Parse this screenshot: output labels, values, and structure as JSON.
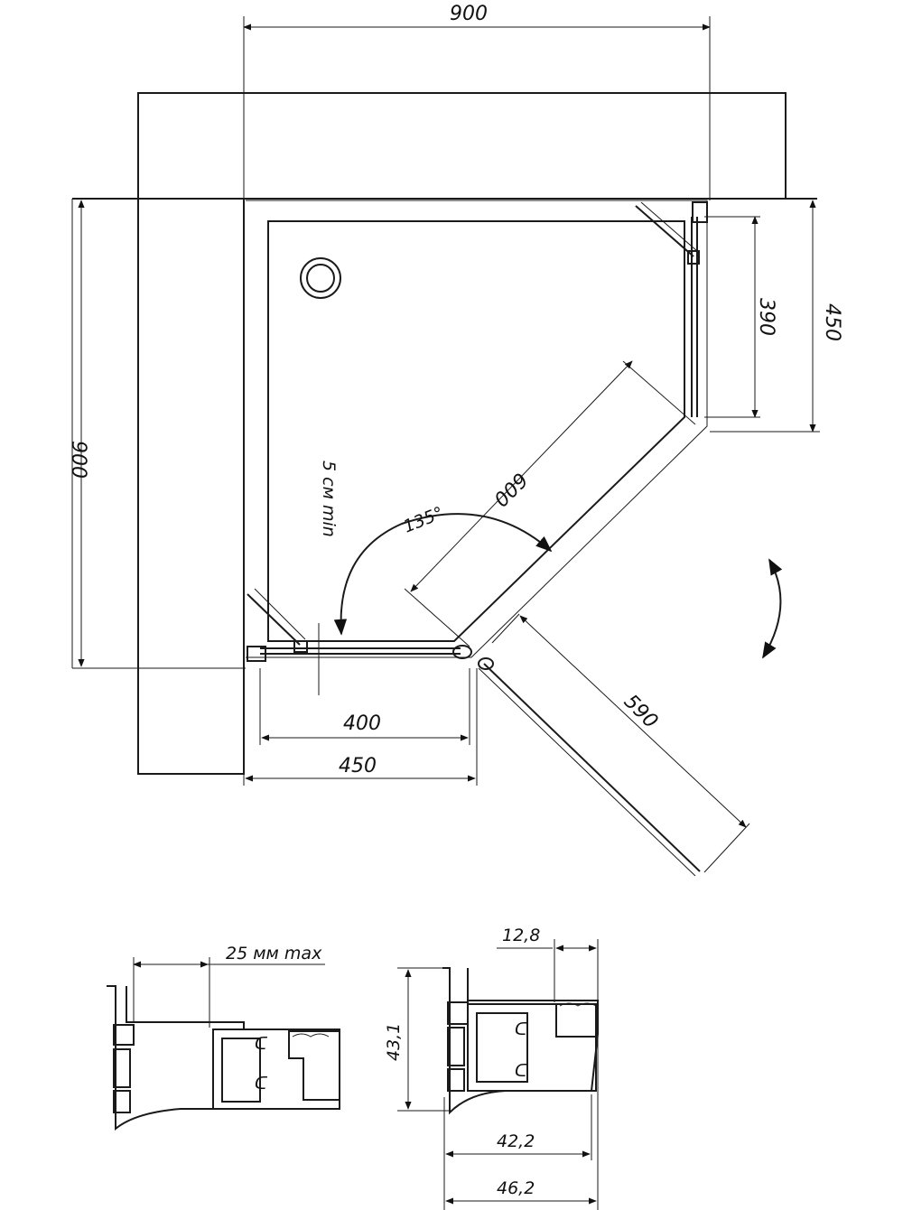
{
  "plan": {
    "dims": {
      "top_width": "900",
      "left_height": "900",
      "right_total": "450",
      "right_inner": "390",
      "diag_panel": "600",
      "angle": "135°",
      "min_gap": "5 см min",
      "bottom_inner": "400",
      "bottom_total": "450",
      "door": "590"
    }
  },
  "profiles": {
    "left": {
      "max_gap": "25 мм max"
    },
    "right": {
      "top_width": "12,8",
      "height": "43,1",
      "inner_width": "42,2",
      "outer_width": "46,2"
    }
  }
}
